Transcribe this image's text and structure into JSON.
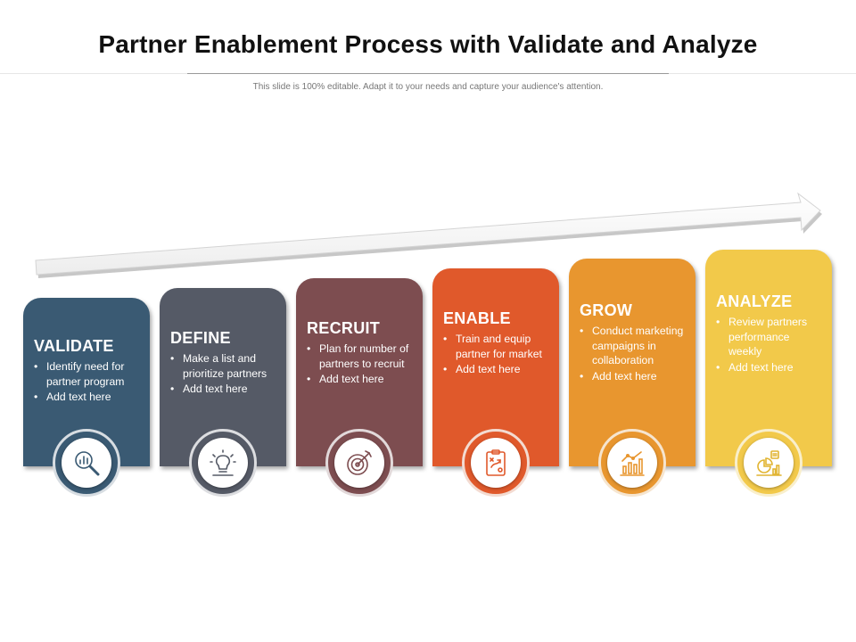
{
  "title": "Partner Enablement Process with Validate and Analyze",
  "subtitle": "This slide is 100% editable. Adapt it to your needs and capture your audience's attention.",
  "colors": {
    "validate": "#3a5a73",
    "define": "#555a66",
    "recruit": "#7d4d50",
    "enable": "#e0592b",
    "grow": "#e8962f",
    "analyze": "#f2c94a"
  },
  "steps": [
    {
      "title": "VALIDATE",
      "icon": "magnifier-chart-icon",
      "bullets": [
        "Identify need for partner program",
        "Add text here"
      ]
    },
    {
      "title": "DEFINE",
      "icon": "lightbulb-icon",
      "bullets": [
        "Make a list and prioritize partners",
        "Add text here"
      ]
    },
    {
      "title": "RECRUIT",
      "icon": "target-icon",
      "bullets": [
        "Plan for number of partners to recruit",
        "Add text here"
      ]
    },
    {
      "title": "ENABLE",
      "icon": "clipboard-strategy-icon",
      "bullets": [
        "Train and equip partner for market",
        "Add text here"
      ]
    },
    {
      "title": "GROW",
      "icon": "growth-chart-icon",
      "bullets": [
        "Conduct marketing campaigns in collaboration",
        "Add text here"
      ]
    },
    {
      "title": "ANALYZE",
      "icon": "analytics-icon",
      "bullets": [
        "Review partners performance weekly",
        "Add text here"
      ]
    }
  ]
}
